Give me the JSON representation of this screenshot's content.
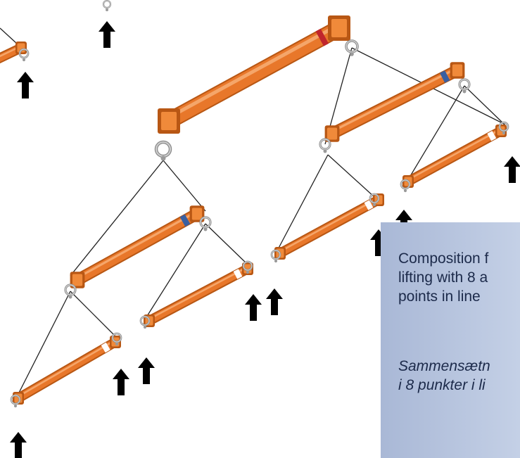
{
  "caption": {
    "english": [
      "Composition f",
      "lifting with 8 a",
      "points in line"
    ],
    "danish": [
      "Sammensætn",
      "i 8 punkter i li"
    ]
  },
  "colors": {
    "beam_orange": "#e8772a",
    "beam_dark": "#b85714",
    "chain_line": "#222222",
    "arrow": "#000000",
    "caption_panel": "#b4c2dc",
    "caption_text": "#1c2a4a"
  },
  "icons": {
    "arrow": "up-arrow-icon",
    "beam": "spreader-beam-icon",
    "hook": "hook-icon"
  }
}
